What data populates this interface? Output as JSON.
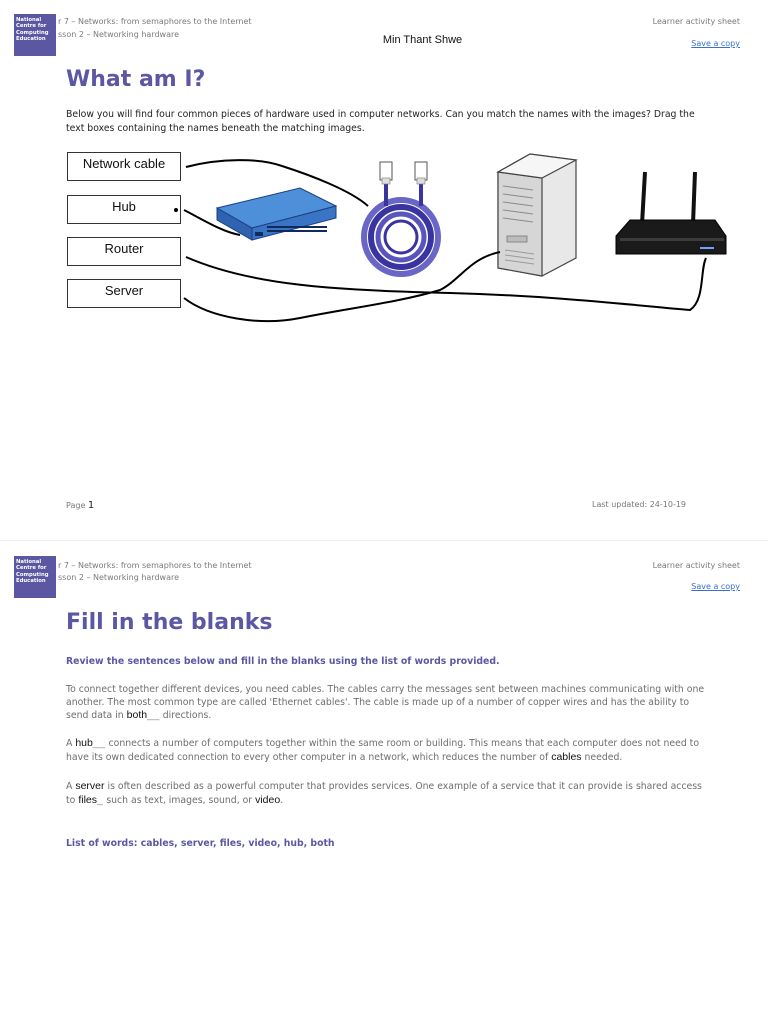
{
  "page1": {
    "logo_lines": [
      "National",
      "Centre for",
      "Computing",
      "Education"
    ],
    "header_left_1": "r 7 – Networks: from semaphores to the Internet",
    "header_left_2": "sson 2 – Networking hardware",
    "header_center": "Min Thant Shwe",
    "header_right": "Learner activity sheet",
    "save_copy": "Save a copy",
    "title": "What am I?",
    "instructions": "Below you will find four common pieces of hardware used in computer networks. Can you match the names with the images? Drag the text boxes containing the names beneath the matching images.",
    "labels": [
      "Network cable",
      "Hub",
      "Router",
      "Server"
    ],
    "footer_page_label": "Page",
    "footer_page_number": "1",
    "footer_updated": "Last updated: 24-10-19"
  },
  "page2": {
    "logo_lines": [
      "National",
      "Centre for",
      "Computing",
      "Education"
    ],
    "header_left_1": "r 7 – Networks: from semaphores to the Internet",
    "header_left_2": "sson 2 – Networking hardware",
    "header_right": "Learner activity sheet",
    "save_copy": "Save a copy",
    "title": "Fill in the blanks",
    "subtitle": "Review the sentences below and fill in the blanks using the list of words provided.",
    "p1_text": "To connect together different devices, you need cables. The cables carry the messages sent between machines communicating with one another. The most common type are called 'Ethernet cables'. The cable is made up of a number of copper wires and has the ability to send data in",
    "p1_blank": "both",
    "p1_end": "directions.",
    "p2_start": "A",
    "p2_blank1": "hub",
    "p2_mid": "connects a number of computers together within the same room or building. This means that each computer does not need to have its own dedicated connection to every other computer in a network, which reduces the number of",
    "p2_blank2": "cables",
    "p2_end": "needed.",
    "p3_start": "A",
    "p3_blank1": "server",
    "p3_mid": "is often described as a powerful computer that provides services. One example of a service that it can provide is shared access to",
    "p3_blank2": "files",
    "p3_mid2": "such as text, images, sound, or",
    "p3_blank3": "video",
    "p3_end": ".",
    "word_list": "List of words: cables, server, files, video, hub, both"
  }
}
